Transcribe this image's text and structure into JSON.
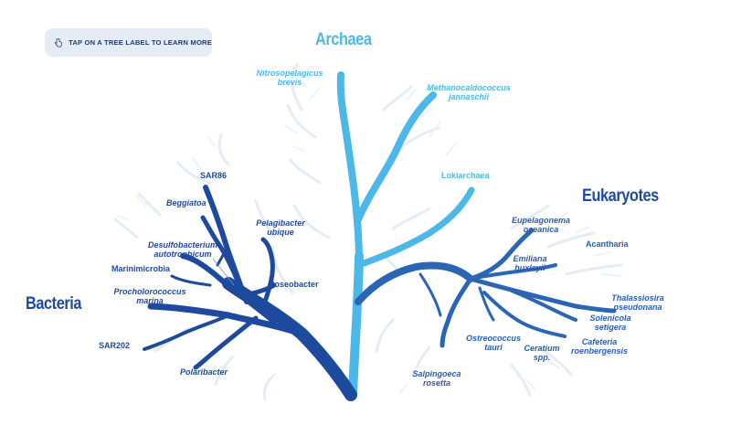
{
  "hint": {
    "text": "TAP ON A TREE LABEL TO LEARN MORE",
    "icon": "pointer-hand-icon"
  },
  "domains": {
    "archaea": "Archaea",
    "bacteria": "Bacteria",
    "eukaryotes": "Eukaryotes"
  },
  "colors": {
    "archaea": "#4cb8e8",
    "bacteria": "#1e4a9e",
    "eukaryotes": "#2a66b4",
    "background_tree": "#e3ebf5"
  },
  "labels": {
    "archaea": [
      {
        "id": "nitrosopelagicus",
        "line1": "Nitrosopelagicus",
        "line2": "brevis"
      },
      {
        "id": "methanocaldococcus",
        "line1": "Methanocaldococcus",
        "line2": "jannaschii"
      },
      {
        "id": "lokiarchaea",
        "line1": "Lokiarchaea",
        "line2": ""
      }
    ],
    "bacteria": [
      {
        "id": "sar86",
        "line1": "SAR86",
        "line2": ""
      },
      {
        "id": "beggiatoa",
        "line1": "Beggiatoa",
        "line2": ""
      },
      {
        "id": "pelagibacter",
        "line1": "Pelagibacter",
        "line2": "ubique"
      },
      {
        "id": "desulfobacterium",
        "line1": "Desulfobacterium",
        "line2": "autotrophicum"
      },
      {
        "id": "marinimicrobia",
        "line1": "Marinimicrobia",
        "line2": ""
      },
      {
        "id": "roseobacter",
        "line1": "Roseobacter",
        "line2": ""
      },
      {
        "id": "procholorococcus",
        "line1": "Procholorococcus",
        "line2": "marina"
      },
      {
        "id": "sar202",
        "line1": "SAR202",
        "line2": ""
      },
      {
        "id": "polaribacter",
        "line1": "Polaribacter",
        "line2": ""
      }
    ],
    "eukaryotes": [
      {
        "id": "eupelagonema",
        "line1": "Eupelagonema",
        "line2": "oceanica"
      },
      {
        "id": "acantharia",
        "line1": "Acantharia",
        "line2": ""
      },
      {
        "id": "emiliana",
        "line1": "Emiliana",
        "line2": "huxleyii"
      },
      {
        "id": "thalassiosira",
        "line1": "Thalassiosira",
        "line2": "pseudonana"
      },
      {
        "id": "solenicola",
        "line1": "Solenicola",
        "line2": "setigera"
      },
      {
        "id": "ostreococcus",
        "line1": "Ostreococcus",
        "line2": "tauri"
      },
      {
        "id": "cafeteria",
        "line1": "Cafeteria",
        "line2": "roenbergensis"
      },
      {
        "id": "ceratium",
        "line1": "Ceratium",
        "line2": "spp."
      },
      {
        "id": "salpingoeca",
        "line1": "Salpingoeca",
        "line2": "rosetta"
      }
    ]
  }
}
